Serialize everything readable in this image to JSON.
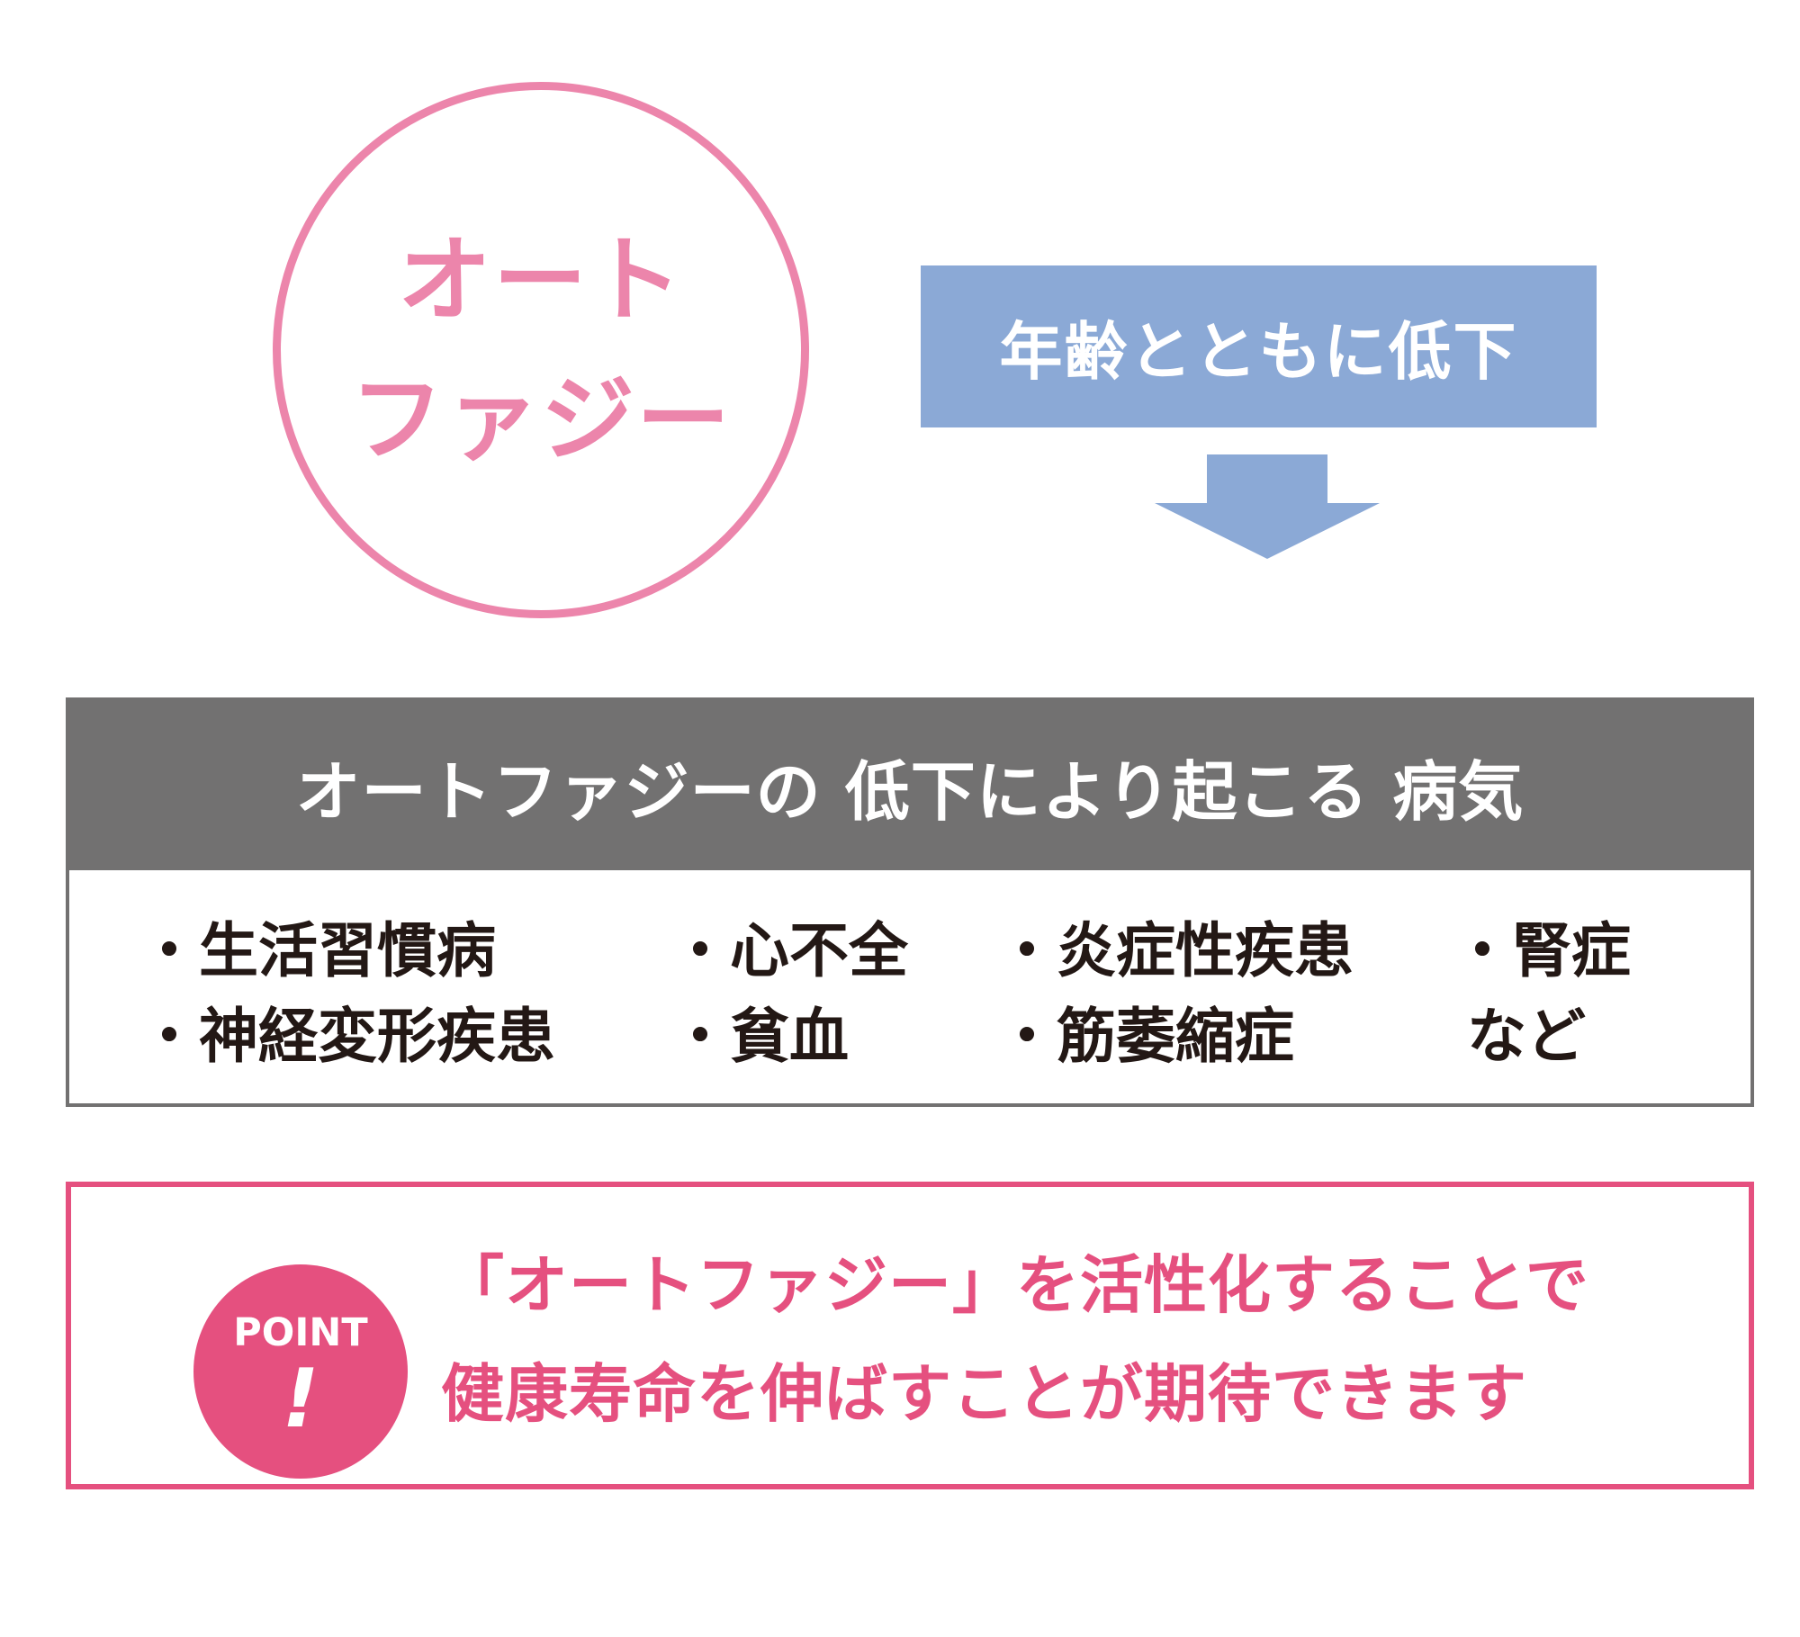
{
  "autophagy_circle": {
    "line1": "オート",
    "line2": "ファジー",
    "color": "#ec85ab"
  },
  "decline_box": {
    "label": "年齢とともに低下",
    "color": "#8ba9d6"
  },
  "arrow": {
    "icon": "down-arrow-icon",
    "color": "#8ba9d6"
  },
  "disease_panel": {
    "title": "オートファジーの 低下により起こる 病気",
    "header_color": "#727171",
    "items": [
      "・生活習慣病",
      "・心不全",
      "・炎症性疾患",
      "・腎症",
      "・神経変形疾患",
      "・貧血",
      "・筋萎縮症",
      "など"
    ]
  },
  "point_panel": {
    "badge_label": "POINT",
    "badge_mark": "!",
    "line1": "「オートファジー」を活性化することで",
    "line2": "健康寿命を伸ばすことが期待できます",
    "color": "#e5507f"
  }
}
